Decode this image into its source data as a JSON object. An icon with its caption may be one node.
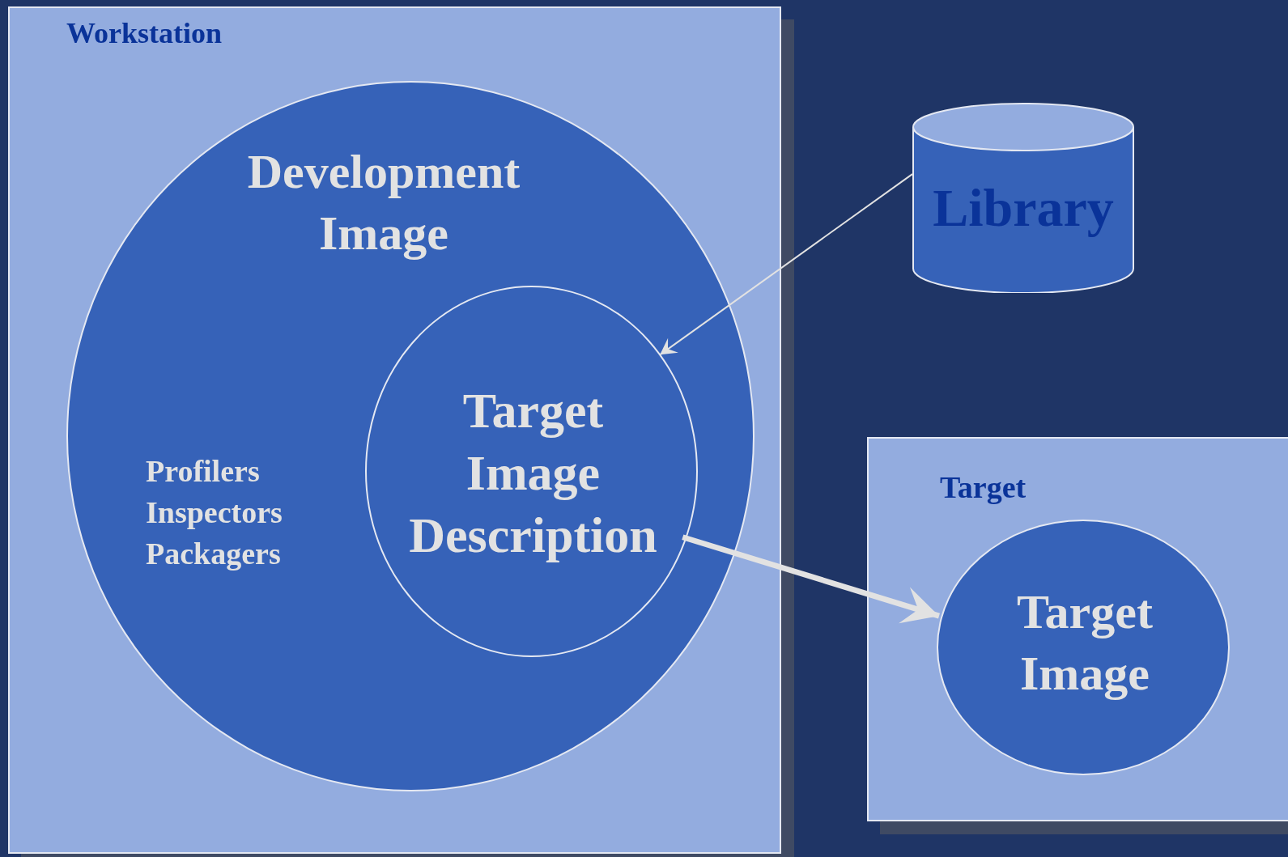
{
  "diagram": {
    "nodes": [
      {
        "text": [
          "Workstation"
        ]
      },
      {
        "text": [
          "Development Image",
          "Profilers Inspectors Packagers"
        ],
        "in": 0
      },
      {
        "text": [
          "Target Image Description"
        ],
        "in": 1
      },
      {
        "text": [
          "Library"
        ]
      },
      {
        "text": [
          "Target"
        ]
      },
      {
        "text": [
          "Target Image"
        ],
        "in": 4
      }
    ],
    "edges": [
      {
        "from": 3,
        "to": 2,
        "arrow": "to"
      },
      {
        "from": 2,
        "to": 5,
        "arrow": "to",
        "style": "thick"
      }
    ]
  }
}
